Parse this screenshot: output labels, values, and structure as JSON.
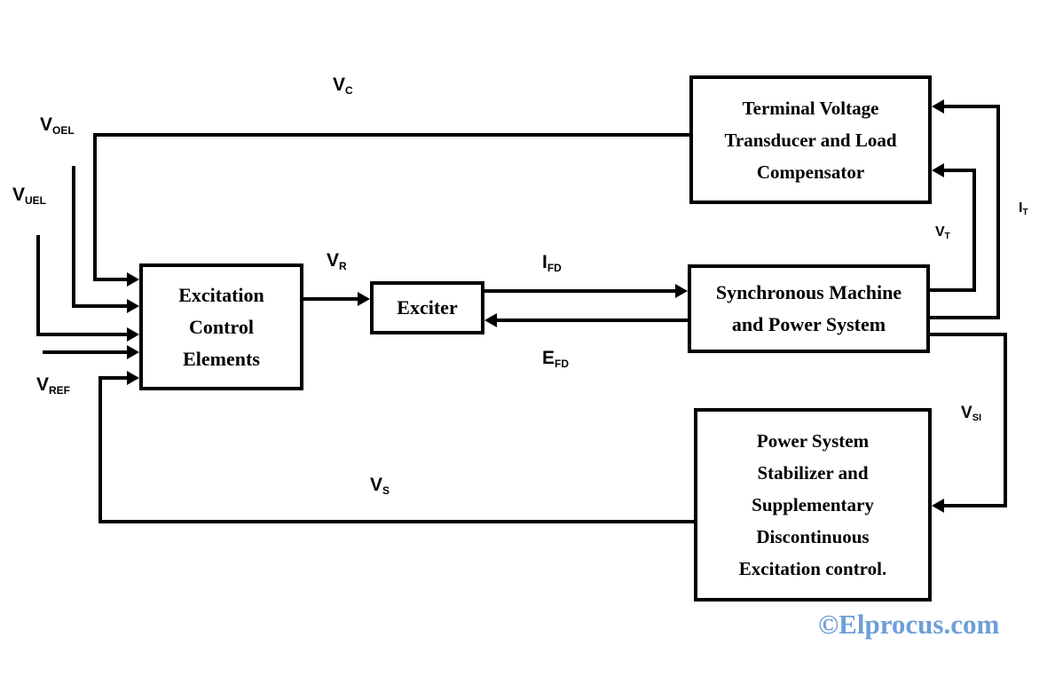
{
  "boxes": {
    "transducer": {
      "lines": [
        "Terminal Voltage",
        "Transducer and Load",
        "Compensator"
      ]
    },
    "excitation_control": {
      "lines": [
        "Excitation",
        "Control",
        "Elements"
      ]
    },
    "exciter": {
      "lines": [
        "Exciter"
      ]
    },
    "sync_machine": {
      "lines": [
        "Synchronous Machine",
        "and Power System"
      ]
    },
    "pss": {
      "lines": [
        "Power System",
        "Stabilizer and",
        "Supplementary",
        "Discontinuous",
        "Excitation control."
      ]
    }
  },
  "signals": {
    "vc": {
      "base": "V",
      "sub": "C"
    },
    "voel": {
      "base": "V",
      "sub": "OEL"
    },
    "vuel": {
      "base": "V",
      "sub": "UEL"
    },
    "vref": {
      "base": "V",
      "sub": "REF"
    },
    "vr": {
      "base": "V",
      "sub": "R"
    },
    "ifd": {
      "base": "I",
      "sub": "FD"
    },
    "efd": {
      "base": "E",
      "sub": "FD"
    },
    "vt": {
      "base": "V",
      "sub": "T"
    },
    "it": {
      "base": "I",
      "sub": "T"
    },
    "vsi": {
      "base": "V",
      "sub": "SI"
    },
    "vs": {
      "base": "V",
      "sub": "S"
    }
  },
  "watermark": {
    "text": "©Elprocus.com",
    "color": "#6d9ed7"
  },
  "line_color": "#000000",
  "background_color": "#ffffff"
}
